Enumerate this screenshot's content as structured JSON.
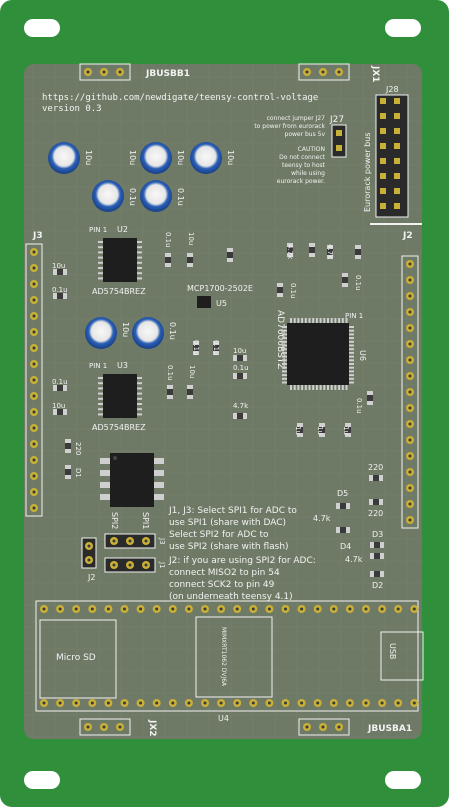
{
  "board": {
    "url": "https://github.com/newdigate/teensy-control-voltage",
    "version": "version 0.3",
    "colors": {
      "outer": "#2f8f3a",
      "inner": "#6f7a66",
      "silk": "#f2f2f2",
      "pad": "#c9b037",
      "chip": "#1e1e1e"
    }
  },
  "headers": {
    "jbusbb1": "JBUSBB1",
    "jbusba1": "JBUSBA1",
    "jx1": "JX1",
    "jx2": "JX2",
    "j28": "J28",
    "j27": "J27",
    "j3": "J3",
    "j2_right": "J2",
    "j1": "J1",
    "j2_small": "J2",
    "j3_small": "J3",
    "spi1": "SPI1",
    "spi2": "SPI2",
    "eurorack": "Eurorack power bus"
  },
  "notes": {
    "jumper": [
      "connect jumper J27",
      "to power from eurorack",
      "power bus 5v"
    ],
    "caution": [
      "CAUTION",
      "Do not connect",
      "teensy to host",
      "while using",
      "eurorack power."
    ],
    "spi_select": [
      "J1, J3: Select SPI1 for ADC to",
      "use SPI1 (share with DAC)",
      "Select SPI2 for ADC to",
      "use SPI2 (share with flash)"
    ],
    "spi2_note": [
      "J2: if you are using SPI2 for ADC:",
      "connect MISO2 to pin 54",
      "connect SCK2 to pin 49",
      "(on underneath teensy 4.1)"
    ]
  },
  "parts": {
    "u2": "U2",
    "u3": "U3",
    "u4": "U4",
    "u5": "U5",
    "u6": "U6",
    "ad_a": "AD5754BREZ",
    "ad_b": "AD5754BREZ",
    "mcp": "MCP1700-2502E",
    "adc": "AD7606BSTZ",
    "micro_sd": "Micro SD",
    "usb": "USB",
    "mcu": "MIMXRT1062\nDVJ6A",
    "pin1_a": "PIN 1",
    "pin1_b": "PIN 1",
    "pin1_c": "PIN 1"
  },
  "values": {
    "c10u": "10u",
    "c01u": "0.1u",
    "c1u": "1u",
    "r47k": "4.7k",
    "r220": "220",
    "d5": "D5",
    "d4": "D4",
    "d3": "D3",
    "d2": "D2",
    "d1": "D1",
    "d20": "220"
  }
}
